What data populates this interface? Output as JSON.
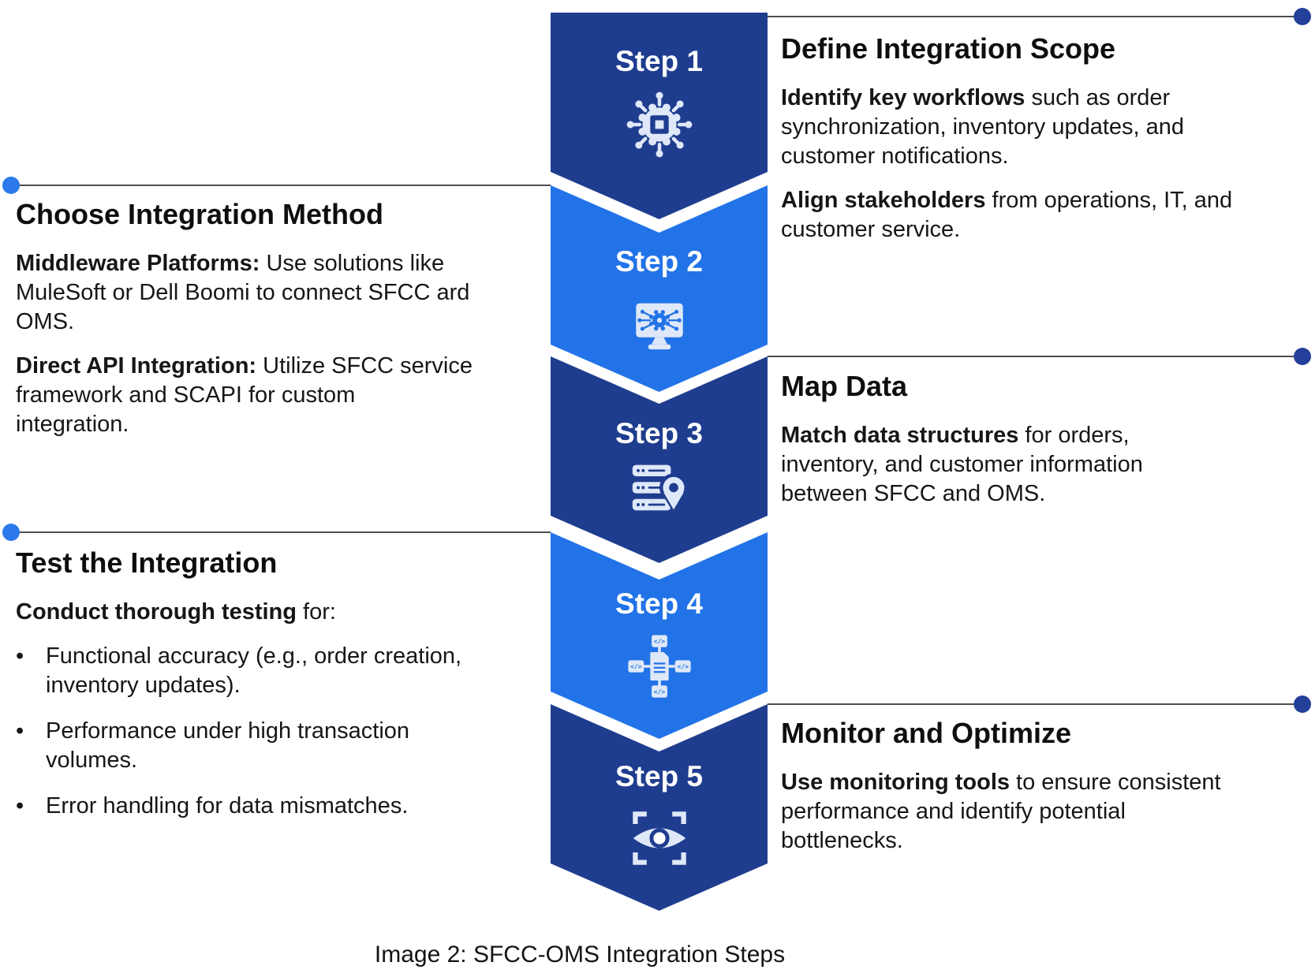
{
  "figure": {
    "caption": "Image 2: SFCC-OMS Integration Steps",
    "bullet_marker": "•"
  },
  "colors": {
    "dark_blue": "#1F3D8F",
    "bright_blue": "#2273E8",
    "icon_light": "#DEE8F8",
    "connector_gray": "#4D4D4D",
    "dot_bright_blue": "#2B79EA",
    "dot_navy": "#24409A",
    "heading_text": "#0E0E0E",
    "body_text": "#161616",
    "step_label_text": "#FFFFFF"
  },
  "icons": {
    "code_glyph": "</>"
  },
  "steps": [
    {
      "label": "Step 1",
      "side": "right",
      "icon": "gear-chip-network-icon",
      "title": "Define Integration Scope",
      "paragraphs": [
        {
          "bold": "Identify key workflows",
          "rest": " such as order\nsynchronization, inventory updates, and\ncustomer notifications."
        },
        {
          "bold": "Align stakeholders",
          "rest": " from operations, IT, and\ncustomer service."
        }
      ]
    },
    {
      "label": "Step 2",
      "side": "left",
      "icon": "monitor-gear-network-icon",
      "title": "Choose Integration Method",
      "paragraphs": [
        {
          "bold": "Middleware Platforms:",
          "rest": " Use solutions like\nMuleSoft or Dell Boomi to connect SFCC ard\nOMS."
        },
        {
          "bold": "Direct API Integration:",
          "rest": " Utilize SFCC service\nframework and SCAPI for custom\nintegration."
        }
      ]
    },
    {
      "label": "Step 3",
      "side": "right",
      "icon": "server-location-pin-icon",
      "title": "Map Data",
      "paragraphs": [
        {
          "bold": "Match data structures",
          "rest": " for orders,\ninventory, and customer information\nbetween SFCC and OMS."
        }
      ]
    },
    {
      "label": "Step 4",
      "side": "left",
      "icon": "code-document-network-icon",
      "title": "Test the Integration",
      "paragraphs": [
        {
          "bold": "Conduct thorough testing",
          "rest": " for:"
        }
      ],
      "bullets": [
        "Functional accuracy (e.g., order creation,\ninventory updates).",
        "Performance under high transaction\nvolumes.",
        "Error handling for data mismatches."
      ]
    },
    {
      "label": "Step 5",
      "side": "right",
      "icon": "eye-scan-icon",
      "title": "Monitor and Optimize",
      "paragraphs": [
        {
          "bold": "Use monitoring tools",
          "rest": " to ensure consistent\nperformance and identify potential\nbottlenecks."
        }
      ]
    }
  ]
}
